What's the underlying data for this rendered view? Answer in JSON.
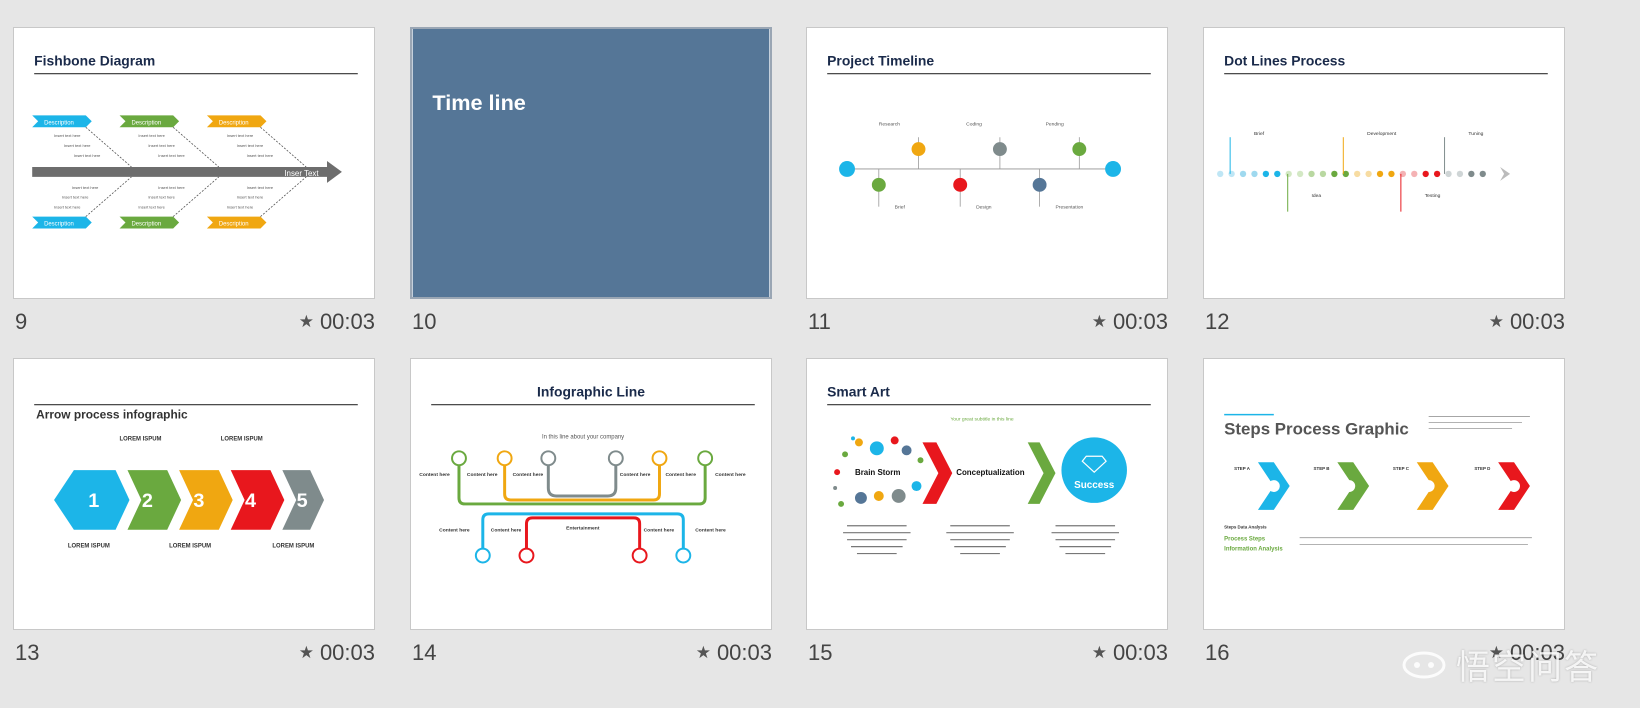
{
  "slides": [
    {
      "number": "9",
      "title": "Fishbone Diagram",
      "duration": "00:03",
      "has_meta": true,
      "labels": {
        "desc": "Description",
        "insert": "Inser Text",
        "item": "Insert text here"
      }
    },
    {
      "number": "10",
      "title": "Time line",
      "duration": "",
      "has_meta": false
    },
    {
      "number": "11",
      "title": "Project Timeline",
      "duration": "00:03",
      "has_meta": true,
      "labels": {
        "research": "Research",
        "coding": "Coding",
        "pending": "Pending",
        "brief": "Brief",
        "design": "Design",
        "presentation": "Presentation"
      }
    },
    {
      "number": "12",
      "title": "Dot Lines Process",
      "duration": "00:03",
      "has_meta": true,
      "labels": {
        "brief": "Brief",
        "development": "Development",
        "tuning": "Tuning",
        "idea": "Idea",
        "testing": "Testing"
      }
    },
    {
      "number": "13",
      "title": "Arrow process infographic",
      "duration": "00:03",
      "has_meta": true,
      "labels": {
        "heading": "LOREM ISPUM",
        "steps": [
          "1",
          "2",
          "3",
          "4",
          "5"
        ]
      }
    },
    {
      "number": "14",
      "title": "Infographic Line",
      "duration": "00:03",
      "has_meta": true,
      "labels": {
        "subtitle": "In this line about your company",
        "content": "Content here",
        "ent": "Entertainment"
      }
    },
    {
      "number": "15",
      "title": "Smart Art",
      "duration": "00:03",
      "has_meta": true,
      "labels": {
        "subtitle": "Your great subtitle in this line",
        "brain": "Brain Storm",
        "concept": "Conceptualization",
        "success": "Success"
      }
    },
    {
      "number": "16",
      "title": "Steps Process Graphic",
      "duration": "00:03",
      "has_meta": true,
      "labels": {
        "stepA": "STEP A",
        "stepB": "STEP B",
        "stepC": "STEP C",
        "stepD": "STEP D",
        "analysis": "Steps Data Analysis",
        "steps": "Process Steps",
        "info": "Information Analysis"
      }
    }
  ],
  "watermark": "悟空问答",
  "colors": {
    "blue": "#1cb5e8",
    "green": "#6aa93f",
    "orange": "#f0a711",
    "red": "#e8171d",
    "gray": "#7f8b8c",
    "slate": "#557697",
    "navy": "#1a2a4a"
  }
}
